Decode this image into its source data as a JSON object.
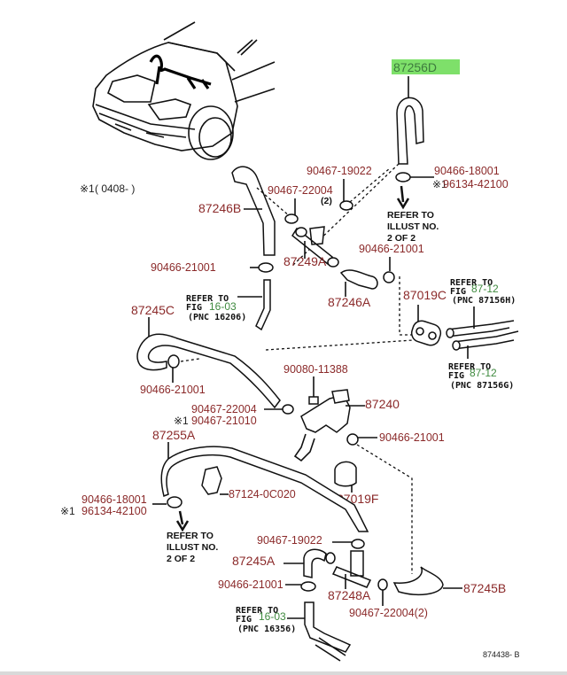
{
  "diagram": {
    "drawing_id": "874438- B",
    "applicability_note": {
      "mark": "※1",
      "text": "( 0408-        )"
    },
    "highlight_color": "#7ee06a",
    "label_color": "#8b2a2a",
    "fig_ref_color": "#3f8a3f",
    "parts": {
      "p87256D": "87256D",
      "p90466_18001_top": "90466-18001",
      "p96134_42100_top": "96134-42100",
      "p90467_19022_top": "90467-19022",
      "p2_top": "(2)",
      "p90467_22004_top": "90467-22004",
      "p87246B": "87246B",
      "p90466_21001_a": "90466-21001",
      "p87249A": "87249A",
      "p90466_21001_b": "90466-21001",
      "p87246A": "87246A",
      "p87019C": "87019C",
      "p87245C": "87245C",
      "p90466_21001_c": "90466-21001",
      "p90080_11388": "90080-11388",
      "p90467_22004_mid": "90467-22004",
      "p90467_21010": "90467-21010",
      "p87240": "87240",
      "p90466_21001_d": "90466-21001",
      "p87255A": "87255A",
      "p87124_0C020": "87124-0C020",
      "p87019F": "87019F",
      "p90466_18001_bot": "90466-18001",
      "p96134_42100_bot": "96134-42100",
      "p90467_19022_bot": "90467-19022",
      "p87245A": "87245A",
      "p90466_21001_e": "90466-21001",
      "p87248A": "87248A",
      "p87245B": "87245B",
      "p90467_22004_bot": "90467-22004(2)"
    },
    "marks": {
      "x1": "※1"
    },
    "references": {
      "illust_top": {
        "line1": "REFER TO",
        "line2": "ILLUST NO.",
        "line3": "2 OF 2"
      },
      "illust_bot": {
        "line1": "REFER TO",
        "line2": "ILLUST NO.",
        "line3": "2 OF 2"
      },
      "fig_16206": {
        "line1": "REFER TO",
        "line2": "FIG",
        "fig": "16-03",
        "line3": "(PNC 16206)"
      },
      "fig_87156H": {
        "line1": "REFER TO",
        "line2": "FIG",
        "fig": "87-12",
        "line3": "(PNC 87156H)"
      },
      "fig_87156G": {
        "line1": "REFER TO",
        "line2": "FIG",
        "fig": "87-12",
        "line3": "(PNC 87156G)"
      },
      "fig_16356": {
        "line1": "REFER TO",
        "line2": "FIG",
        "fig": "16-03",
        "line3": "(PNC 16356)"
      }
    }
  }
}
